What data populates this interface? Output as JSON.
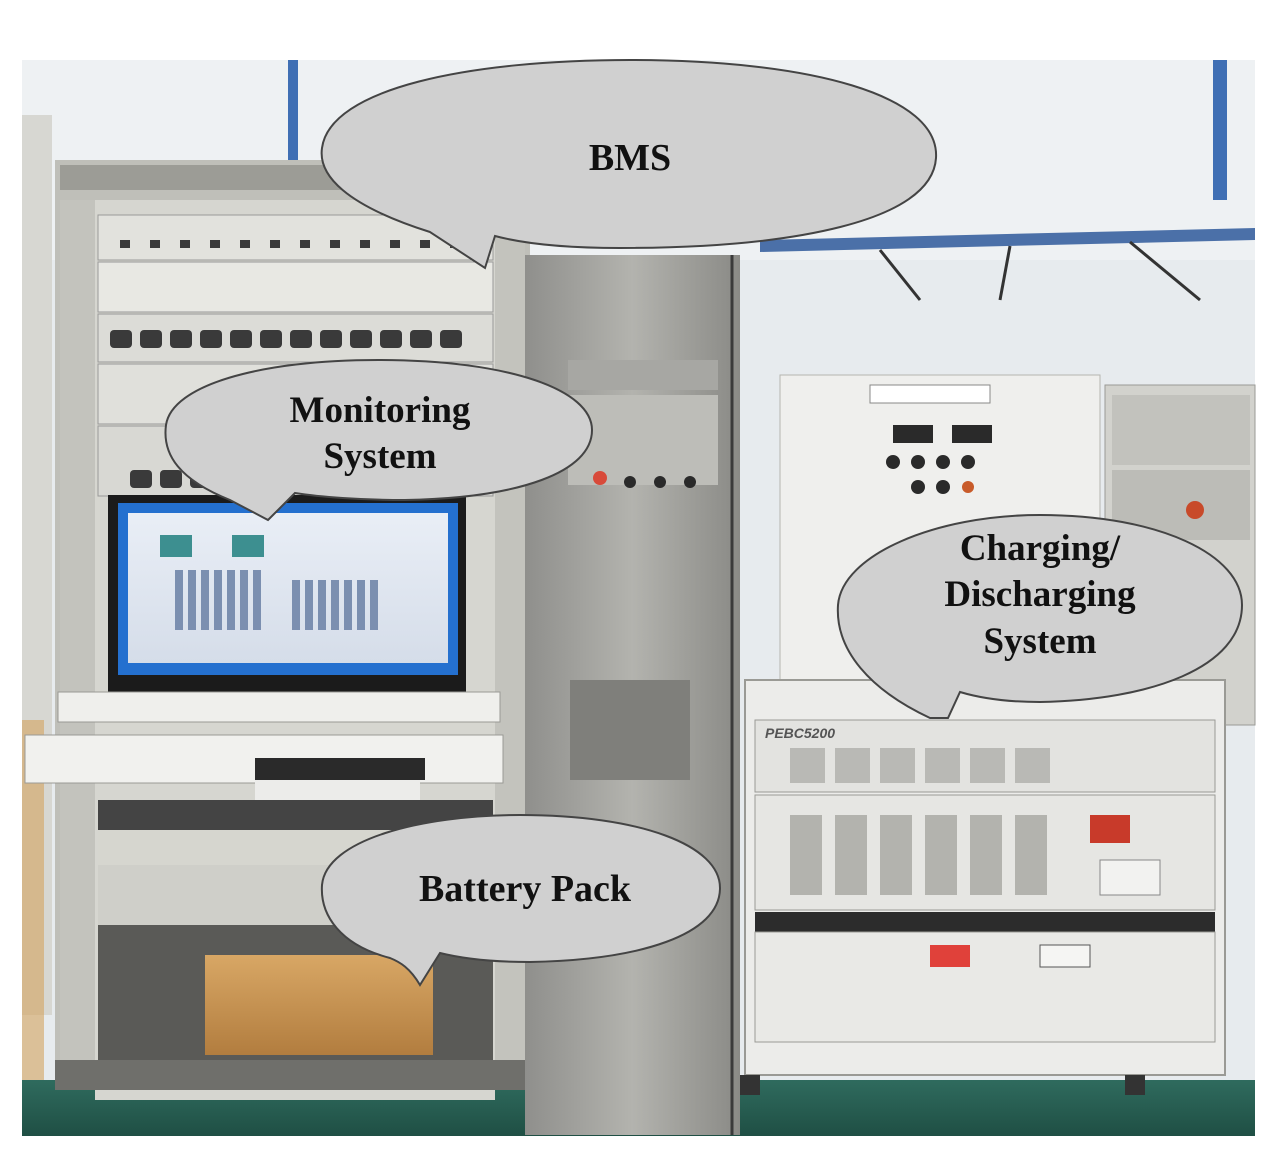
{
  "photo": {
    "subject": "battery-test-bench-photo",
    "callouts": {
      "bms": "BMS",
      "monitoring": "Monitoring\nSystem",
      "charging": "Charging/\nDischarging\nSystem",
      "battery": "Battery Pack"
    },
    "equipment_labels": {
      "charger_model": "PEBC5200"
    }
  },
  "colors": {
    "callout_fill": "#cfcfcf",
    "callout_stroke": "#4a4a4a",
    "rack_frame": "#c9c9c3",
    "cabinet_body": "#ececea",
    "monitor_screen": "#1f6fd0",
    "battery_box": "#c9944e"
  }
}
